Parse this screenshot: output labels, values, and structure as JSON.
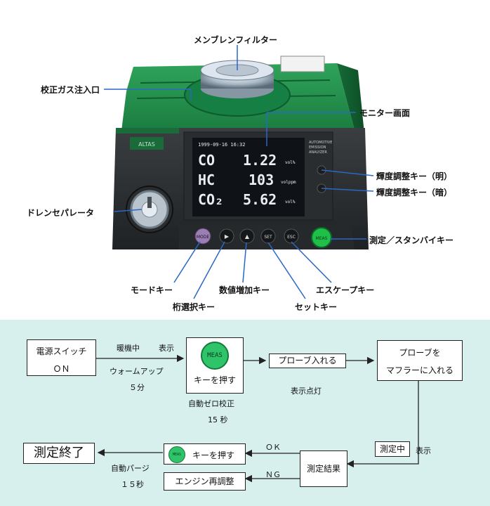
{
  "photo": {
    "screen": {
      "datetime": "1999-09-16  16:32",
      "rows": [
        {
          "label": "CO",
          "value": "1.22",
          "unit": "vol%"
        },
        {
          "label": "HC",
          "value": "103",
          "unit": "volppm"
        },
        {
          "label": "CO₂",
          "value": "5.62",
          "unit": "vol%"
        }
      ]
    },
    "side_label": "AUTOMOTIVE EMISSION ANALYZER",
    "brand": "ALTAS",
    "buttons": {
      "mode": "MODE",
      "set": "SET",
      "esc": "ESC",
      "meas": "MEAS"
    },
    "callouts": {
      "membrane_filter": "メンブレンフィルター",
      "calibration_gas_inlet": "校正ガス注入口",
      "monitor_screen": "モニター画面",
      "brightness_up": "輝度調整キー（明）",
      "brightness_down": "輝度調整キー（暗）",
      "drain_separator": "ドレンセパレータ",
      "measure_standby": "測定／スタンバイキー",
      "mode_key": "モードキー",
      "digit_select": "桁選択キー",
      "value_increase": "数値増加キー",
      "escape_key": "エスケープキー",
      "set_key": "セットキー"
    }
  },
  "flow": {
    "power_on": {
      "line1": "電源スイッチ",
      "line2": "ＯＮ"
    },
    "warmup": {
      "label1": "暖機中",
      "label2": "表示",
      "label3": "ウォームアップ",
      "label4": "５分"
    },
    "meas_box": {
      "icon": "MEAS",
      "text": "キーを押す"
    },
    "auto_zero": {
      "label1": "自動ゼロ校正",
      "label2": "15 秒"
    },
    "probe_in": {
      "text": "プローブ入れる",
      "sub": "表示点灯"
    },
    "probe_muffler": {
      "line1": "プローブを",
      "line2": "マフラーに入れる"
    },
    "measuring": {
      "box": "測定中",
      "label": "表示"
    },
    "result": {
      "text": "測定結果",
      "ok": "ＯＫ",
      "ng": "ＮＧ"
    },
    "meas_press": {
      "icon": "MEAS",
      "text": "キーを押す"
    },
    "auto_purge": {
      "label1": "自動パージ",
      "label2": "１５秒"
    },
    "end": {
      "text": "測定終了"
    },
    "engine_readjust": {
      "text": "エンジン再調整"
    }
  },
  "colors": {
    "body_green": "#1e8e4a",
    "dark_body": "#2d3032",
    "screen_bg": "#101418",
    "meas_green": "#1fbf4a",
    "mode_purple": "#9b7fb4",
    "flow_bg": "#d7f0ee",
    "meas_icon": "#2fc46a"
  }
}
